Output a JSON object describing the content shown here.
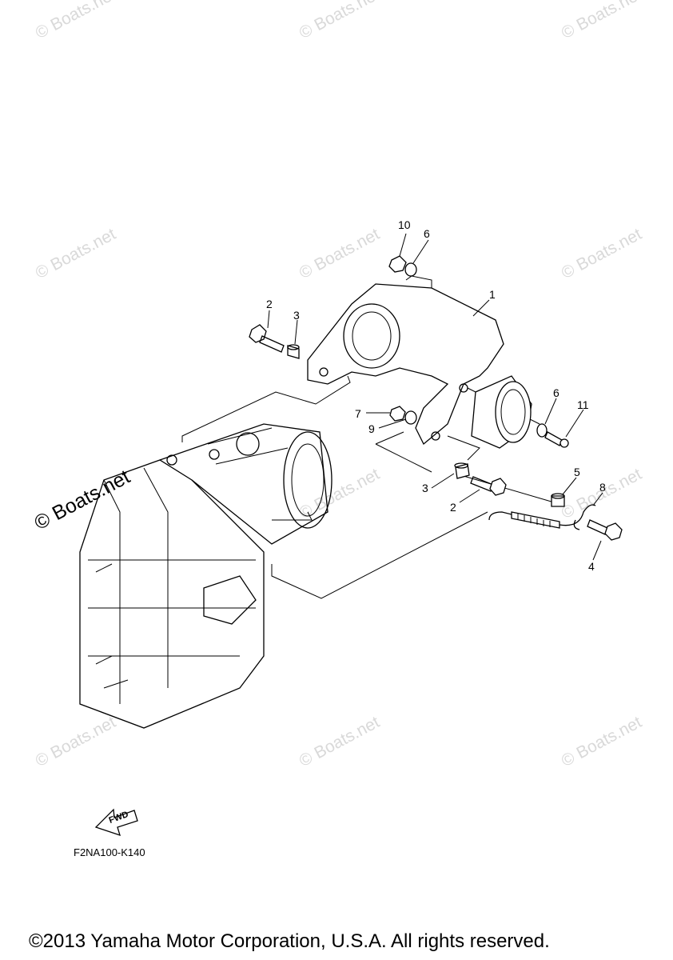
{
  "watermarks": {
    "text": "© Boats.net",
    "bold_text": "© Boats.net"
  },
  "callouts": [
    {
      "id": "10",
      "label": "10"
    },
    {
      "id": "6a",
      "label": "6"
    },
    {
      "id": "1",
      "label": "1"
    },
    {
      "id": "2a",
      "label": "2"
    },
    {
      "id": "3a",
      "label": "3"
    },
    {
      "id": "7",
      "label": "7"
    },
    {
      "id": "9",
      "label": "9"
    },
    {
      "id": "6b",
      "label": "6"
    },
    {
      "id": "11",
      "label": "11"
    },
    {
      "id": "5",
      "label": "5"
    },
    {
      "id": "8",
      "label": "8"
    },
    {
      "id": "3b",
      "label": "3"
    },
    {
      "id": "2b",
      "label": "2"
    },
    {
      "id": "4",
      "label": "4"
    }
  ],
  "fwd_label": "FWD",
  "figure_code": "F2NA100-K140",
  "copyright": "©2013 Yamaha Motor Corporation, U.S.A. All rights reserved."
}
